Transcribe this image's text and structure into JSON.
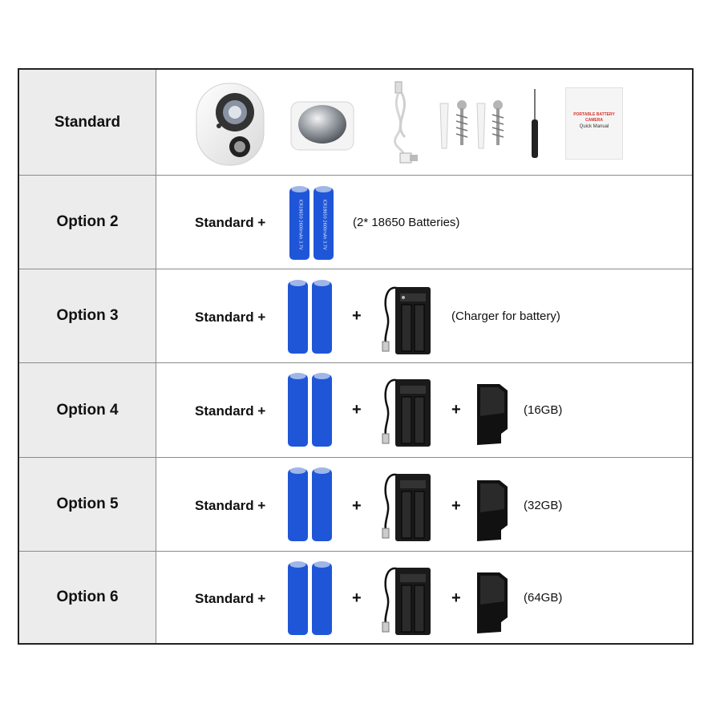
{
  "rows": [
    {
      "label": "Standard"
    },
    {
      "label": "Option 2",
      "prefix": "Standard +",
      "note": "(2* 18650 Batteries)"
    },
    {
      "label": "Option 3",
      "prefix": "Standard +",
      "plus1": "+",
      "note": "(Charger for battery)"
    },
    {
      "label": "Option 4",
      "prefix": "Standard +",
      "plus1": "+",
      "plus2": "+",
      "note": "(16GB)"
    },
    {
      "label": "Option 5",
      "prefix": "Standard +",
      "plus1": "+",
      "plus2": "+",
      "note": "(32GB)"
    },
    {
      "label": "Option 6",
      "prefix": "Standard +",
      "plus1": "+",
      "plus2": "+",
      "note": "(64GB)"
    }
  ],
  "manual": {
    "title": "PORTABLE BATTERY CAMERA",
    "subtitle": "Quick Manual"
  },
  "battery_print": "ICR18650 2600mAh 3.7V",
  "colors": {
    "battery": "#1f56d8",
    "charger": "#1a1a1a",
    "label_bg": "#ececec",
    "manual_title": "#d9342b"
  }
}
